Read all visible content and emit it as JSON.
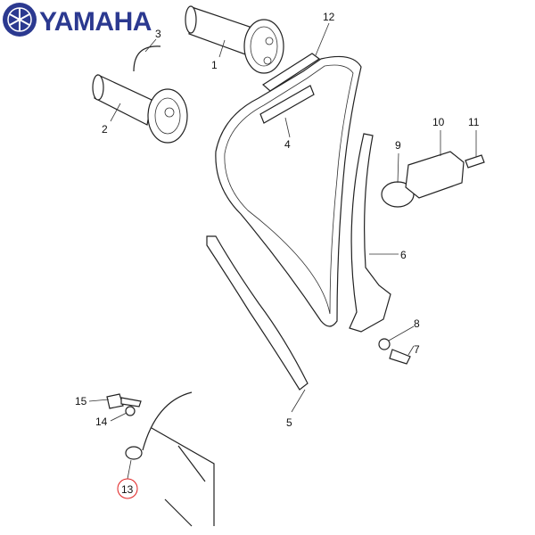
{
  "brand": {
    "name": "YAMAHA",
    "color": "#2b3990"
  },
  "highlight_color": "#e02020",
  "highlighted_part": "13",
  "callouts": {
    "p1": "1",
    "p2": "2",
    "p3": "3",
    "p4": "4",
    "p5": "5",
    "p6": "6",
    "p7": "7",
    "p8": "8",
    "p9": "9",
    "p10": "10",
    "p11": "11",
    "p12": "12",
    "p13": "13",
    "p14": "14",
    "p15": "15"
  }
}
